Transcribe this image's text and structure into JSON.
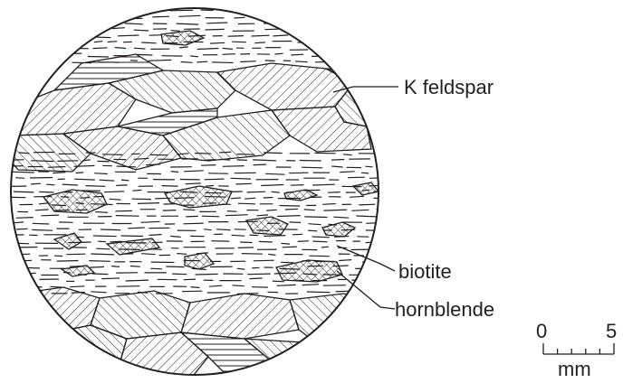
{
  "labels": {
    "k_feldspar": "K feldspar",
    "biotite": "biotite",
    "hornblende": "hornblende"
  },
  "scale_bar": {
    "start": "0",
    "end": "5",
    "unit": "mm"
  },
  "colors": {
    "ink": "#231f20",
    "background": "#ffffff"
  }
}
